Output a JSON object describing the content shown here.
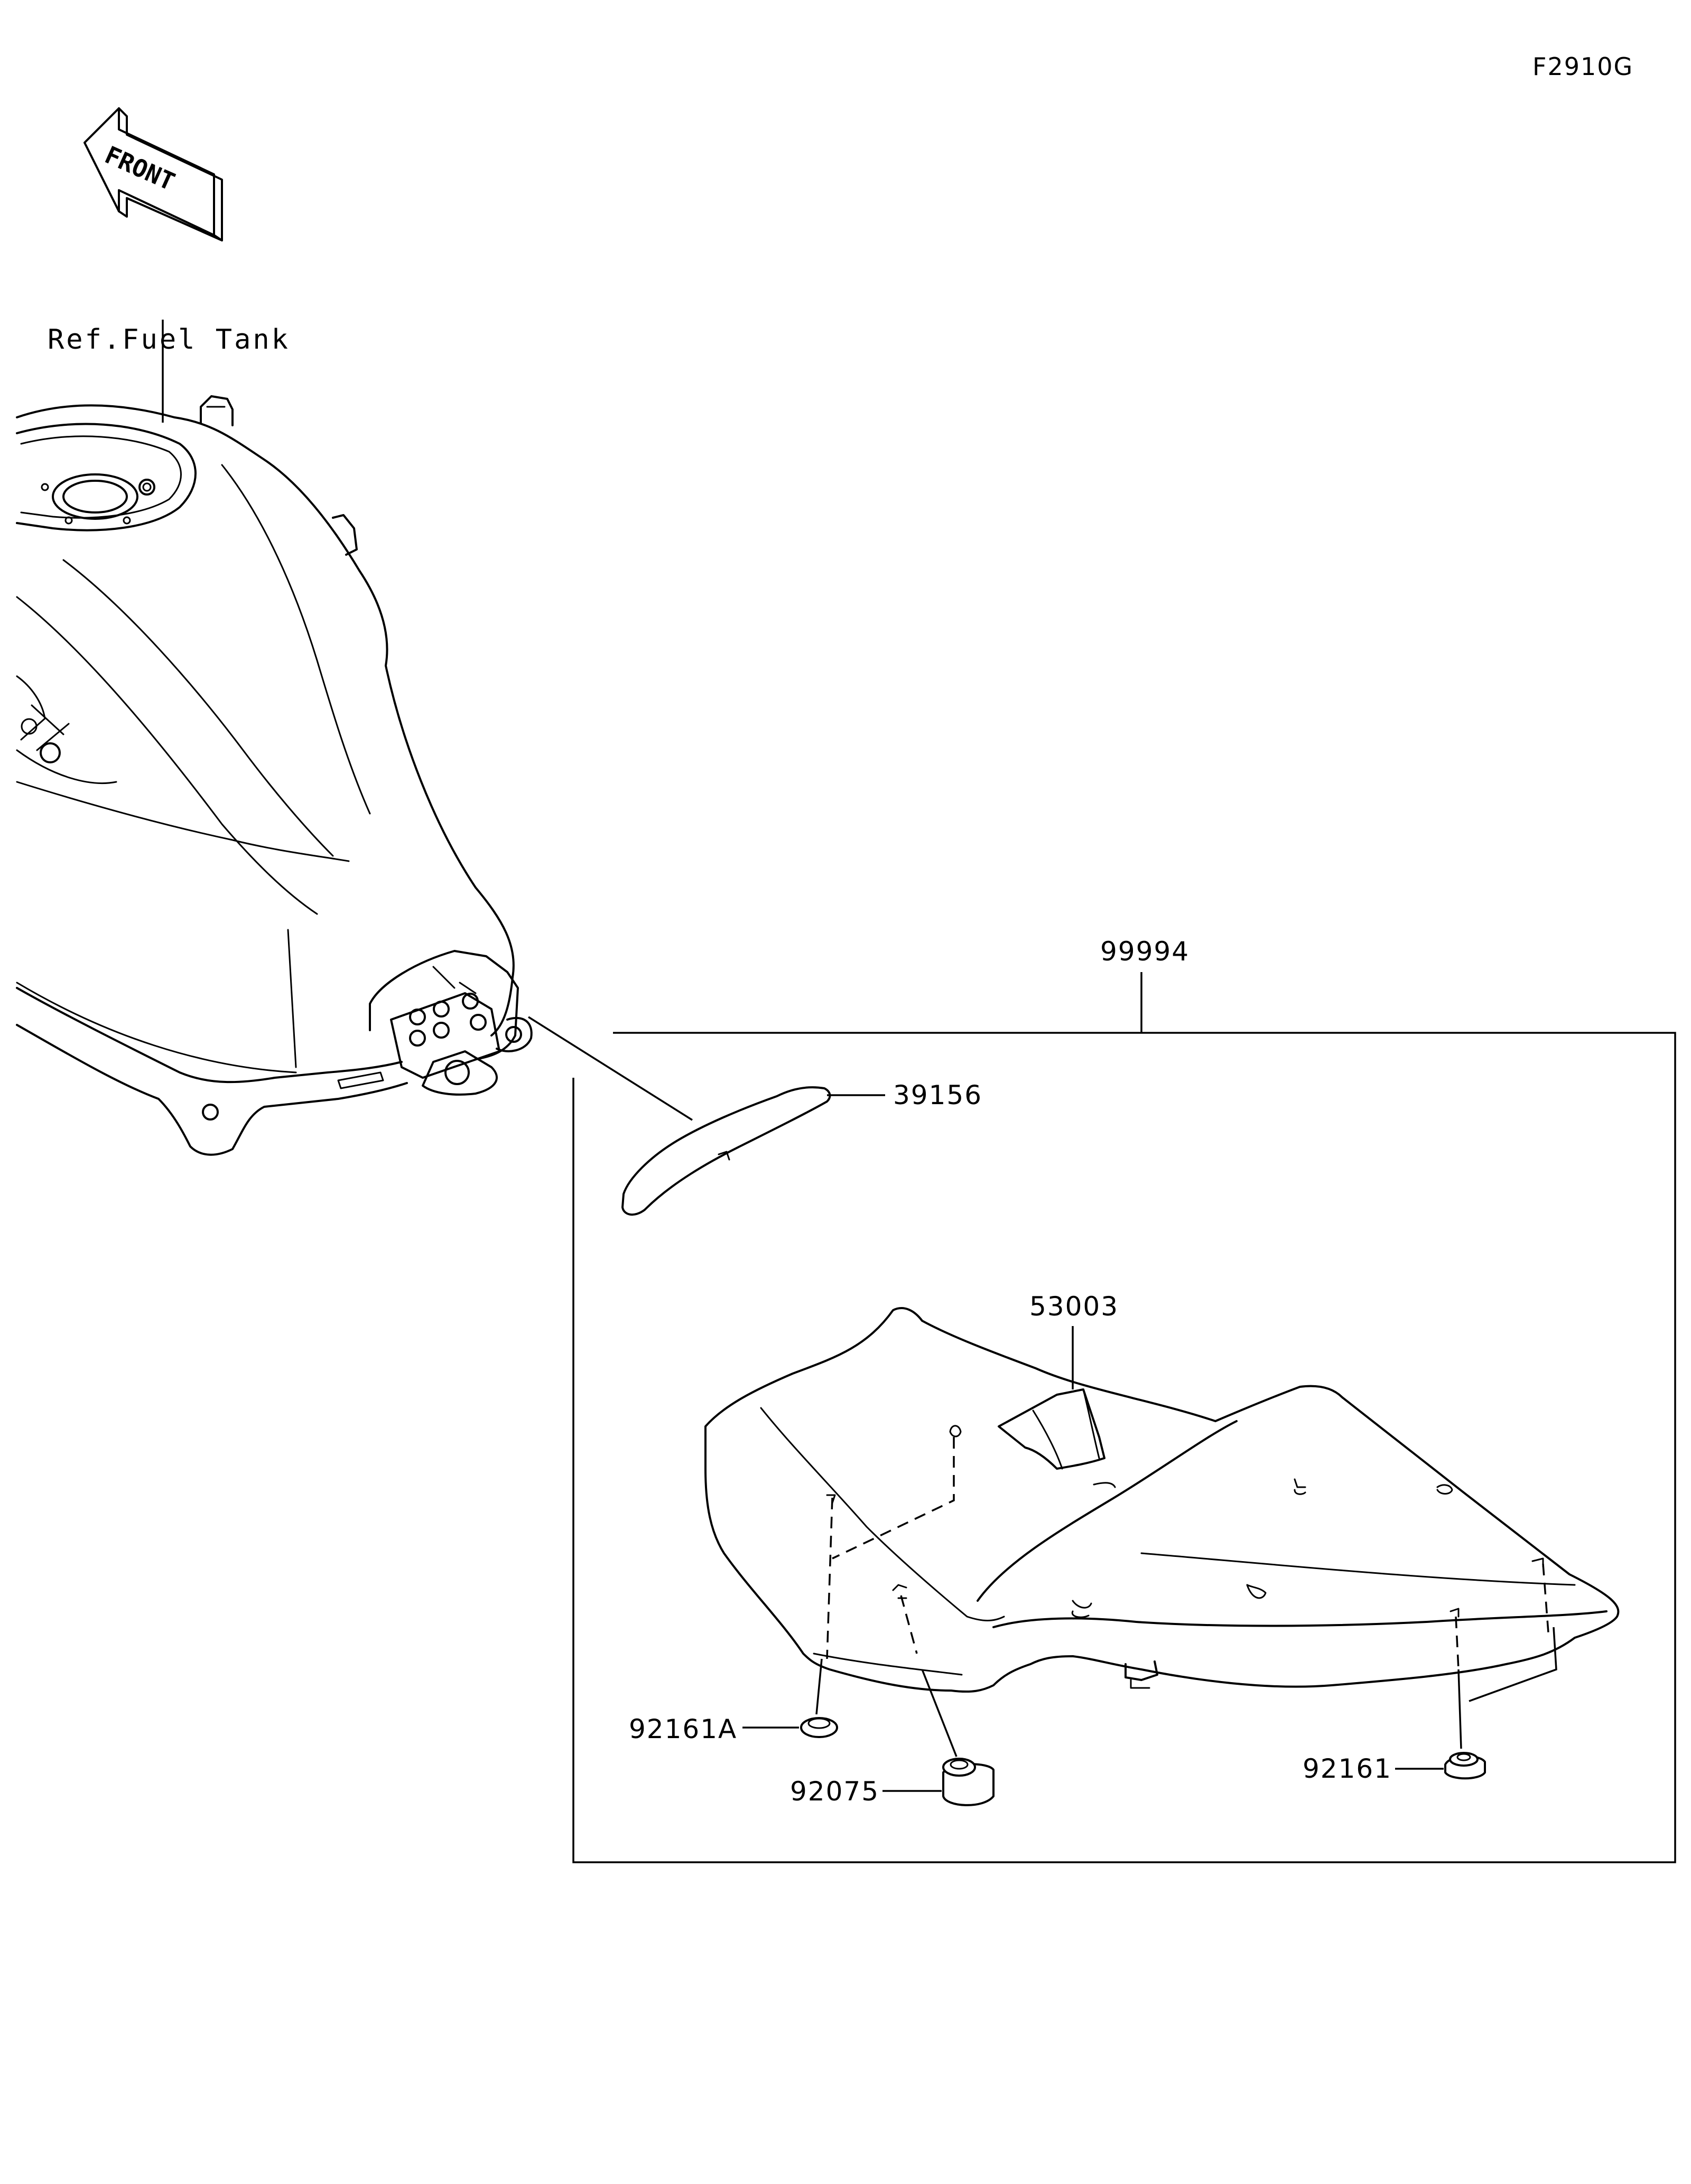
{
  "figure_code": "F2910G",
  "front_arrow": {
    "text": "FRONT"
  },
  "reference": {
    "text": "Ref.Fuel Tank"
  },
  "assembly": {
    "part_number": "99994"
  },
  "parts": {
    "tank_pad": "39156",
    "seat": "53003",
    "damper_a": "92161A",
    "damper_center": "92075",
    "damper_right": "92161"
  },
  "colors": {
    "line": "#000000",
    "background": "#ffffff"
  }
}
